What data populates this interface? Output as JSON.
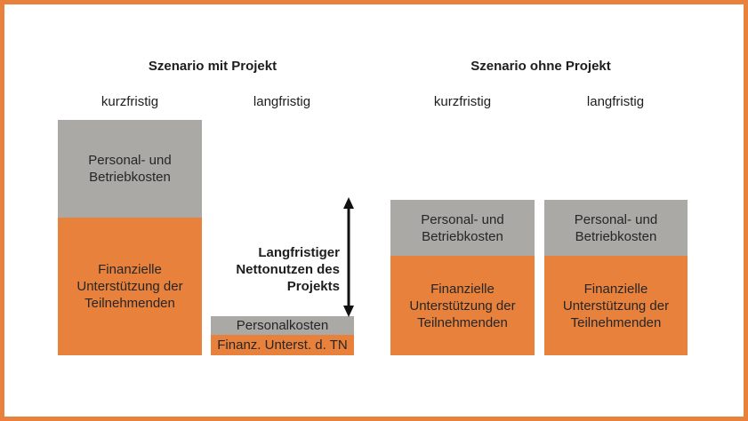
{
  "palette": {
    "orange": "#E8813B",
    "gray": "#ABA9A6",
    "border": "#E8813B",
    "text": "#262626",
    "arrow": "#111111"
  },
  "scenario_with": {
    "title": "Szenario mit Projekt",
    "col_short": "kurzfristig",
    "col_long": "langfristig"
  },
  "scenario_without": {
    "title": "Szenario ohne Projekt",
    "col_short": "kurzfristig",
    "col_long": "langfristig"
  },
  "bars": {
    "with_short": {
      "top": "Personal- und Betriebkosten",
      "bottom": "Finanzielle Unterstützung der Teilnehmenden",
      "relative_height": "tall"
    },
    "with_long": {
      "top": "Personalkosten",
      "bottom": "Finanz. Unterst. d. TN",
      "relative_height": "short"
    },
    "without_short": {
      "top": "Personal- und Betriebkosten",
      "bottom": "Finanzielle Unterstützung der Teilnehmenden",
      "relative_height": "medium"
    },
    "without_long": {
      "top": "Personal- und Betriebkosten",
      "bottom": "Finanzielle Unterstützung der Teilnehmenden",
      "relative_height": "medium"
    }
  },
  "annotation": {
    "label": "Langfristiger Nettonutzen des Projekts"
  }
}
